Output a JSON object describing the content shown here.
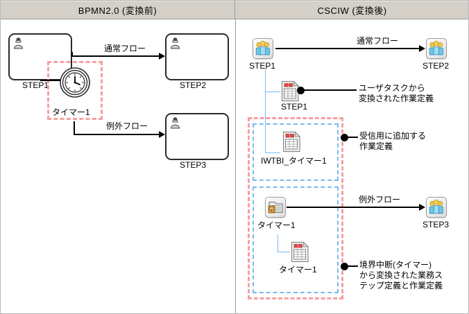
{
  "panels": {
    "left": {
      "title": "BPMN2.0 (変換前)",
      "nodes": [
        {
          "id": "step1",
          "label": "STEP1",
          "icon": "user-task-icon"
        },
        {
          "id": "step2",
          "label": "STEP2",
          "icon": "user-task-icon"
        },
        {
          "id": "step3",
          "label": "STEP3",
          "icon": "user-task-icon"
        }
      ],
      "boundary_event": {
        "label": "タイマー1",
        "icon": "timer-boundary-icon"
      },
      "flows": [
        {
          "id": "normal",
          "label": "通常フロー"
        },
        {
          "id": "exception",
          "label": "例外フロー"
        }
      ],
      "highlight": {
        "style": "pink-dashed",
        "color": "#f6a0a0"
      }
    },
    "right": {
      "title": "CSCIW (変換後)",
      "nodes": [
        {
          "id": "step1",
          "label": "STEP1",
          "icon": "work-step-people-icon"
        },
        {
          "id": "step2",
          "label": "STEP2",
          "icon": "work-step-people-icon"
        },
        {
          "id": "step3",
          "label": "STEP3",
          "icon": "work-step-people-icon"
        },
        {
          "id": "doc-step1",
          "label": "STEP1",
          "icon": "task-definition-doc-icon"
        },
        {
          "id": "doc-iwtbi",
          "label": "IWTBI_タイマー1",
          "icon": "task-definition-doc-icon"
        },
        {
          "id": "timer-step",
          "label": "タイマー1",
          "icon": "business-step-folder-icon"
        },
        {
          "id": "doc-timer",
          "label": "タイマー1",
          "icon": "task-definition-doc-icon"
        }
      ],
      "flows": [
        {
          "id": "normal",
          "label": "通常フロー"
        },
        {
          "id": "exception",
          "label": "例外フロー"
        }
      ],
      "annotations": [
        {
          "id": "anno-usertask",
          "lines": [
            "ユーザタスクから",
            "変換された作業定義"
          ]
        },
        {
          "id": "anno-receive",
          "lines": [
            "受信用に追加する",
            "作業定義"
          ]
        },
        {
          "id": "anno-boundary",
          "lines": [
            "境界中断(タイマー)",
            "から変換された業務ス",
            "テップ定義と作業定義"
          ]
        }
      ],
      "highlights": [
        {
          "id": "outer",
          "style": "pink-dashed",
          "color": "#f6a0a0"
        },
        {
          "id": "inner-receive",
          "style": "blue-dashed",
          "color": "#7ab8f0"
        },
        {
          "id": "inner-boundary",
          "style": "blue-dashed",
          "color": "#7ab8f0"
        }
      ]
    }
  },
  "theme": {
    "header_bg": "#d4d0c8",
    "frame_border": "#b9b9b9",
    "pink_dash": "#f6a0a0",
    "blue_dash": "#7ab8f0",
    "tree_line": "#7ab8f0",
    "text": "#000000"
  }
}
